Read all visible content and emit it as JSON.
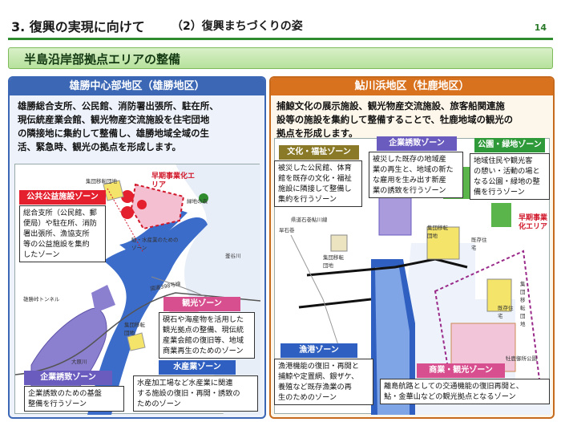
{
  "header": {
    "title": "3. 復興の実現に向けて",
    "subtitle": "（2）復興まちづくりの姿",
    "page": "14"
  },
  "section": {
    "title": "半島沿岸部拠点エリアの整備"
  },
  "left": {
    "heading": "雄勝中心部地区（雄勝地区）",
    "desc": [
      "雄勝総合支所、公民館、消防署出張所、駐在所、",
      "現伝統産業会館、観光物産交流施設を住宅団地",
      "の隣接地に集約して整備し、雄勝地域全域の生",
      "活、緊急時、観光の拠点を形成します。"
    ],
    "zones": {
      "public": {
        "title": "公共公益施設ゾーン",
        "lines": [
          "総合支所（公民館、郵",
          "便局）や駐在所、消防",
          "署出張所、漁協支所",
          "等の公益施設を集約",
          "したゾーン"
        ]
      },
      "tourism": {
        "title": "観光ゾーン",
        "lines": [
          "硯石や海産物を活用した",
          "観光拠点の整備、現伝統",
          "産業会館の復旧等、地域",
          "商業再生のためのゾーン"
        ]
      },
      "fishery": {
        "title": "水産業ゾーン",
        "lines": [
          "水産加工場など水産業に関連",
          "する施設の復旧・再開・誘致の",
          "ためのゾーン"
        ]
      },
      "business": {
        "title": "企業誘致ゾーン",
        "lines": [
          "企業誘致のための基盤",
          "整備を行うゾーン"
        ]
      }
    },
    "map_labels": {
      "group_relocation_1": "集団移転団地",
      "early_area": "早期事業化エリア",
      "green": "緑地の森",
      "fish_note": "駐・水産業のためのゾーン",
      "route": "国道398号線",
      "tunnel": "雄勝峠トンネル",
      "group_relocation_2": "集団移転団地",
      "river": "大原川",
      "town": "釜谷川"
    }
  },
  "right": {
    "heading": "鮎川浜地区（牡鹿地区）",
    "desc": [
      "捕鯨文化の展示施設、観光物産交流施設、旅客船関連施",
      "設等の施設を集約して整備することで、牡鹿地域の観光の",
      "拠点を形成します。"
    ],
    "zones": {
      "culture": {
        "title": "文化・福祉ゾーン",
        "lines": [
          "被災した公民館、体育",
          "館を既存の文化・福祉",
          "施設に隣接して整備し",
          "集約を行うゾーン"
        ]
      },
      "business": {
        "title": "企業誘致ゾーン",
        "lines": [
          "被災した既存の地域産",
          "業の再生と、地域の新た",
          "な雇用を生み出す新産",
          "業の誘致を行うゾーン"
        ]
      },
      "park": {
        "title": "公園・緑地ゾーン",
        "lines": [
          "地域住民や観光客",
          "の憩い・活動の場と",
          "なる公園・緑地の整",
          "備を行うゾーン"
        ]
      },
      "fishing": {
        "title": "漁港ゾーン",
        "lines": [
          "漁港機能の復旧・再開と",
          "捕鯨や定置網、銀ザケ、",
          "養殖など既存漁業の再",
          "生のためのゾーン"
        ]
      },
      "commerce": {
        "title": "商業・観光ゾーン",
        "lines": [
          "離島航路としての交通機能の復旧再開と、",
          "鮎・金華山などの観光拠点となるゾーン"
        ]
      }
    },
    "map_labels": {
      "early_area": "早期事業化エリア",
      "group_relocation": "集団移転団地",
      "existing_housing_1": "既存住宅",
      "existing_housing_2": "既存住宅",
      "group_relocation_2": "集団移転団地",
      "group_relocation_3": "集団移転団地",
      "park": "牡鹿御所公園",
      "prefectural_road": "県道石巻鮎川線",
      "mountain": "旱石巻"
    }
  },
  "colors": {
    "green_accent": "#2e8b2e",
    "left_blue": "#3b67b5",
    "right_orange": "#d9721f",
    "early_red": "#d1182b"
  }
}
